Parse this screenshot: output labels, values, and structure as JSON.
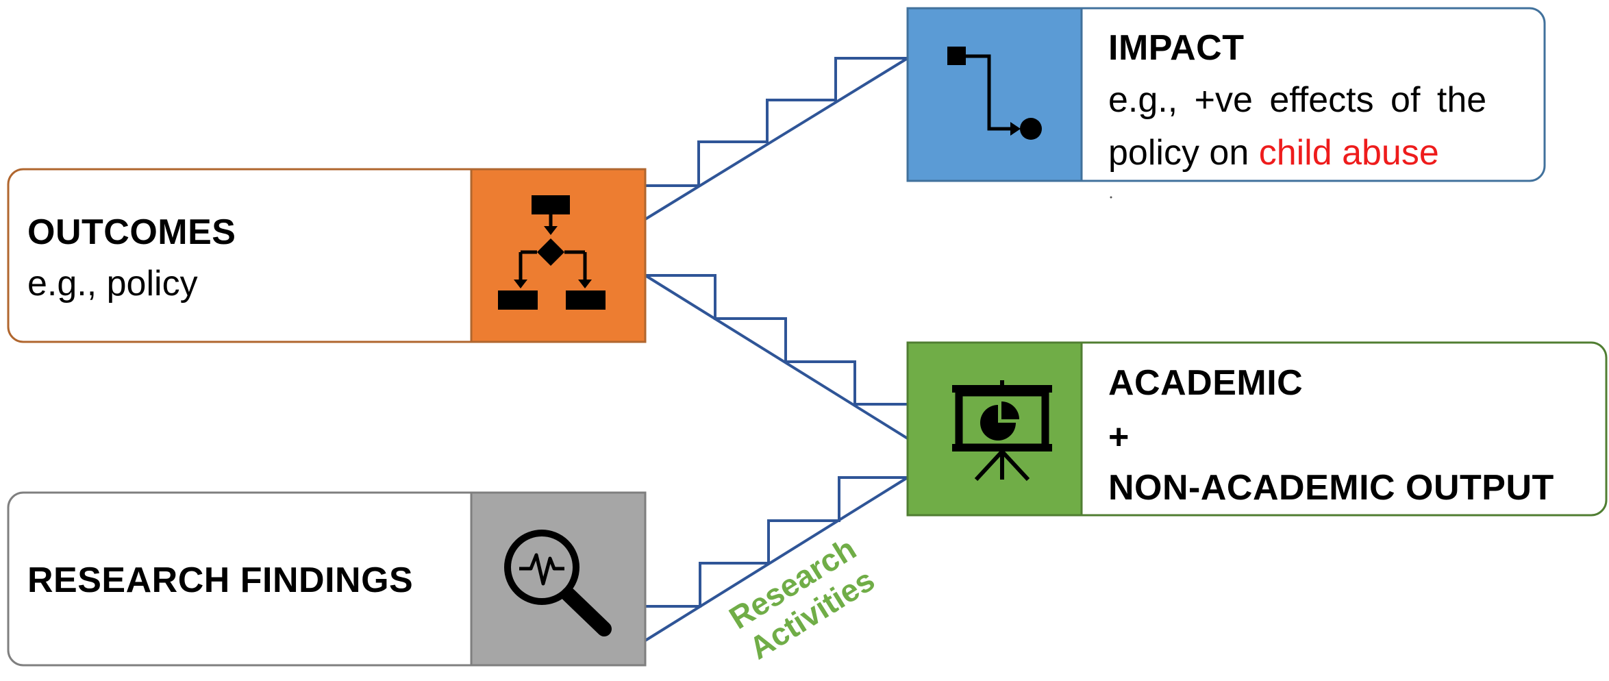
{
  "boxes": {
    "outcomes": {
      "title": "OUTCOMES",
      "text": "e.g., policy",
      "icon": "flowchart-icon",
      "color": "#ed7d31",
      "border": "#b0662e"
    },
    "findings": {
      "title": "RESEARCH FINDINGS",
      "icon": "magnifier-pulse-icon",
      "color": "#a6a6a6",
      "border": "#7f7f7f"
    },
    "impact": {
      "title": "IMPACT",
      "line1": "e.g., +ve effects of the",
      "line2_prefix": "policy on ",
      "line2_highlight": "child abuse",
      "icon": "pathway-icon",
      "color": "#5b9bd5",
      "border": "#41719c",
      "highlight_color": "#ee1c1c"
    },
    "academic": {
      "title_line1": "ACADEMIC",
      "title_line2": "+",
      "title_line3": "NON-ACADEMIC OUTPUT",
      "icon": "presentation-chart-icon",
      "color": "#70ad47",
      "border": "#507e32"
    }
  },
  "stairs": {
    "label": "Research Activities",
    "label_line1": "Research",
    "label_line2": "Activities",
    "label_color": "#70ad47",
    "stroke_color": "#2f5597"
  }
}
